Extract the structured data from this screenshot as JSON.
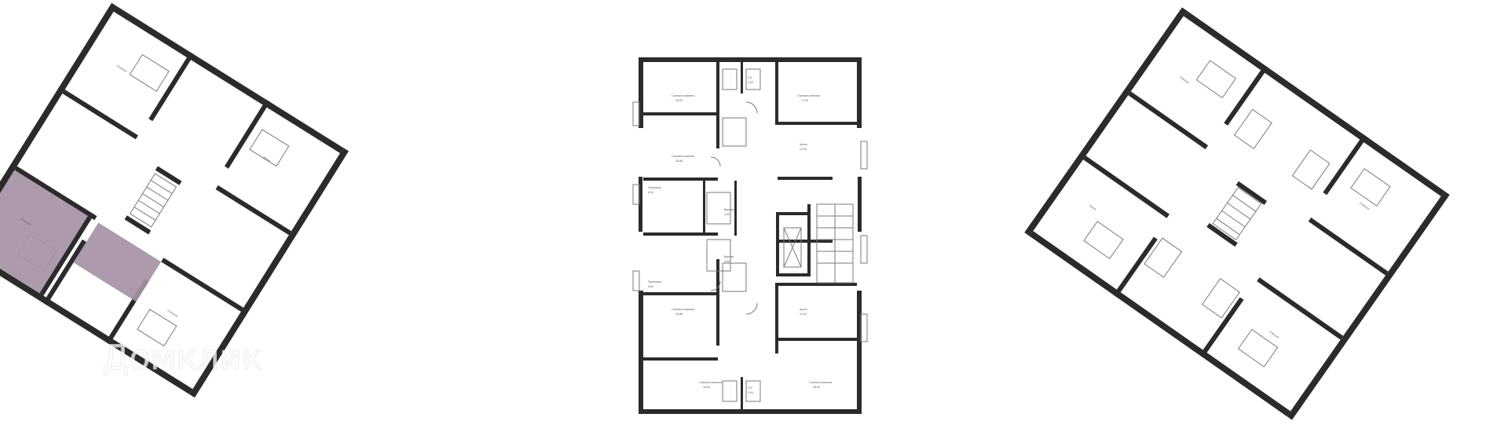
{
  "watermark": {
    "logo_icon": "house-outline-icon",
    "text": "Домклик"
  },
  "colors": {
    "wall": "#2b2b2b",
    "highlight": "#a693a6",
    "background": "#ffffff"
  },
  "center_plan": {
    "apartments": [
      {
        "id": "tl",
        "label": "Спальня комната",
        "area": "18,00"
      },
      {
        "id": "tr",
        "label": "Спальня комната",
        "area": "17,50"
      },
      {
        "id": "ml",
        "label": "Спальня комната",
        "area": "16,86"
      },
      {
        "id": "bl1",
        "label": "Спальня комната",
        "area": "18,86"
      },
      {
        "id": "bl2",
        "label": "Спальня комната",
        "area": "18,00"
      },
      {
        "id": "br",
        "label": "Спальня комната",
        "area": "18,00"
      },
      {
        "id": "kitchen1",
        "label": "Кухня",
        "area": "12,00"
      },
      {
        "id": "kitchen2",
        "label": "Кухня",
        "area": "12,00"
      },
      {
        "id": "hall1",
        "label": "Прихожая",
        "area": "6,00"
      },
      {
        "id": "hall2",
        "label": "Прихожая",
        "area": "6,00"
      },
      {
        "id": "bath1",
        "label": "Ванная",
        "area": "4,00"
      },
      {
        "id": "bath2",
        "label": "Ванная",
        "area": "4,00"
      },
      {
        "id": "wc1",
        "label": "С/У",
        "area": "2,00"
      },
      {
        "id": "wc2",
        "label": "С/У",
        "area": "2,00"
      }
    ]
  }
}
